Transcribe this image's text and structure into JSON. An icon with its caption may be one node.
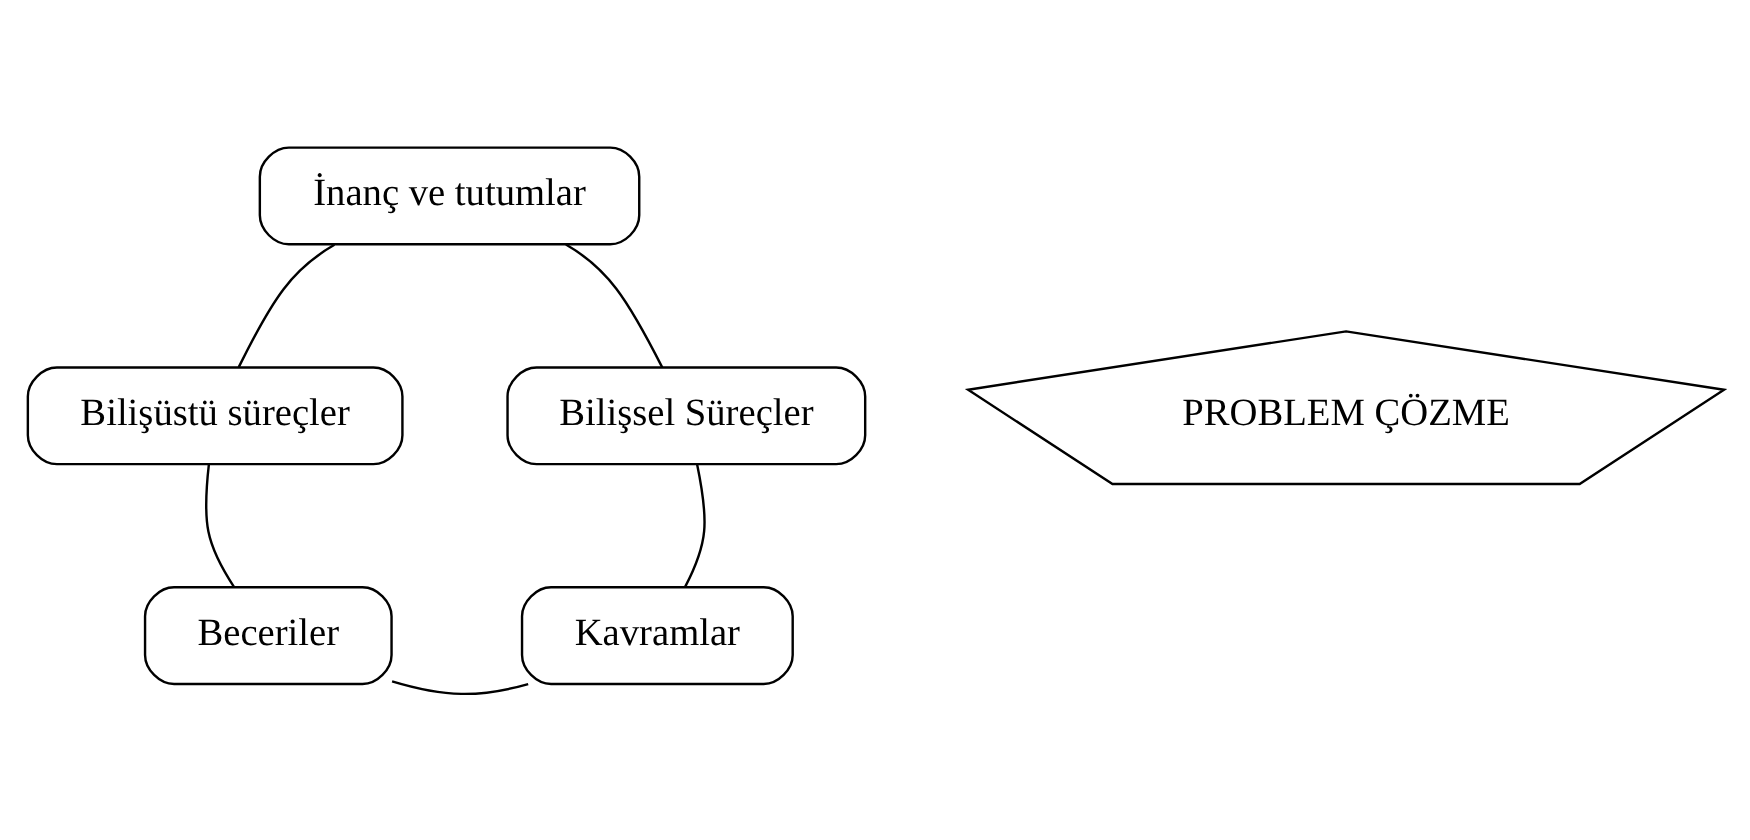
{
  "diagram": {
    "nodes": [
      {
        "text": [
          "İnanç ve tutumlar"
        ]
      },
      {
        "text": [
          "Bilişsel Süreçler"
        ]
      },
      {
        "text": [
          "PROBLEM ÇÖZME"
        ]
      },
      {
        "text": [
          "Bilişüstü süreçler"
        ]
      },
      {
        "text": [
          "Kavramlar"
        ]
      },
      {
        "text": [
          "Beceriler"
        ]
      }
    ],
    "edges": [
      {
        "from": 0,
        "to": 3,
        "arrow": "none"
      },
      {
        "from": 3,
        "to": 5,
        "arrow": "none"
      },
      {
        "from": 5,
        "to": 4,
        "arrow": "none"
      },
      {
        "from": 4,
        "to": 1,
        "arrow": "none"
      },
      {
        "from": 1,
        "to": 0,
        "arrow": "none"
      }
    ]
  }
}
